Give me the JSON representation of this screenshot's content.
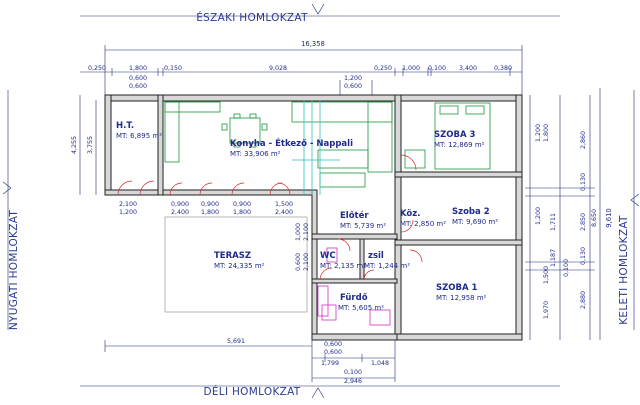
{
  "elevations": {
    "north": "ÉSZAKI HOMLOKZAT",
    "south": "DÉLI HOMLOKZAT",
    "west": "NYUGATI HOMLOKZAT",
    "east": "KELETI HOMLOKZAT"
  },
  "rooms": [
    {
      "id": "ht",
      "name": "H.T.",
      "area": "MT: 6,895 m²"
    },
    {
      "id": "kitchen",
      "name": "Konyha - Étkező - Nappali",
      "area": "MT: 33,906 m²"
    },
    {
      "id": "szoba3",
      "name": "SZOBA 3",
      "area": "MT: 12,869 m²"
    },
    {
      "id": "eloter",
      "name": "Előtér",
      "area": "MT: 5,739 m²"
    },
    {
      "id": "koz",
      "name": "Köz.",
      "area": "MT: 2,850 m²"
    },
    {
      "id": "szoba2",
      "name": "Szoba 2",
      "area": "MT: 9,690 m²"
    },
    {
      "id": "terasz",
      "name": "TERASZ",
      "area": "MT: 24,335 m²"
    },
    {
      "id": "wc",
      "name": "WC",
      "area": "MT: 2,135 m²"
    },
    {
      "id": "zsil",
      "name": "zsil",
      "area": "MT: 1,244 m²"
    },
    {
      "id": "furdo",
      "name": "Fürdő",
      "area": "MT: 5,605 m²"
    },
    {
      "id": "szoba1",
      "name": "SZOBA 1",
      "area": "MT: 12,958 m²"
    }
  ],
  "dimensions": {
    "top_total": "16,358",
    "top_segments": [
      "0,250",
      "1,800",
      "0,150",
      "9,028",
      "0,250",
      "1,000",
      "0,100",
      "3,400",
      "0,380"
    ],
    "top_openings": [
      "0,600",
      "0,600",
      "1,200",
      "0,600"
    ],
    "left_outer": [
      "4,255",
      "3,755"
    ],
    "right_total": "9,610",
    "right_outer": [
      "8,650"
    ],
    "right_mid": [
      "2,860",
      "0,130",
      "2,850",
      "0,130",
      "2,880"
    ],
    "right_inner": [
      "1,200",
      "1,800",
      "1,200",
      "1,711",
      "1,187",
      "1,500",
      "1,970",
      "0,100"
    ],
    "window_low": [
      "2,100",
      "1,200",
      "0,900",
      "2,400",
      "0,900",
      "1,800",
      "0,900",
      "1,800",
      "1,500",
      "2,400"
    ],
    "door_small": [
      "1,000",
      "2,100",
      "0,600",
      "2,100"
    ],
    "bottom_left": "5,691",
    "bottom_segments": [
      "0,600",
      "0,600",
      "1,799",
      "1,048",
      "0,100",
      "2,946"
    ]
  }
}
